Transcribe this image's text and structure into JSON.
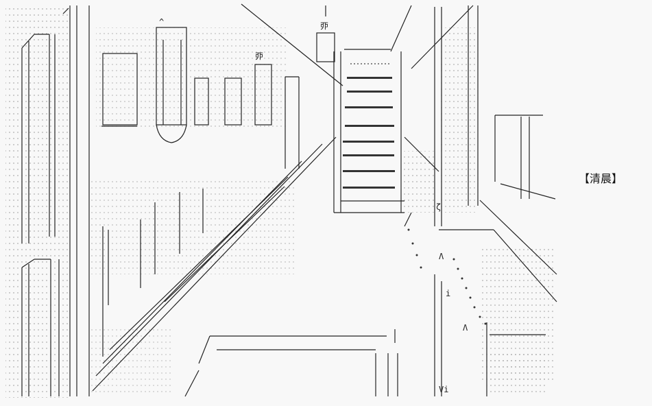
{
  "caption": "【清晨】",
  "glyphs": {
    "kanji_mark": "丣",
    "dot": "·",
    "hat": "^",
    "slash": "/",
    "backslash": "\\",
    "wedge": "Λ",
    "i_mark": "i",
    "vi_mark": "Vi",
    "bracket": "ζ"
  },
  "colors": {
    "background": "#f8f8f8",
    "ink": "#222222",
    "dots": "#8a8a8a"
  }
}
